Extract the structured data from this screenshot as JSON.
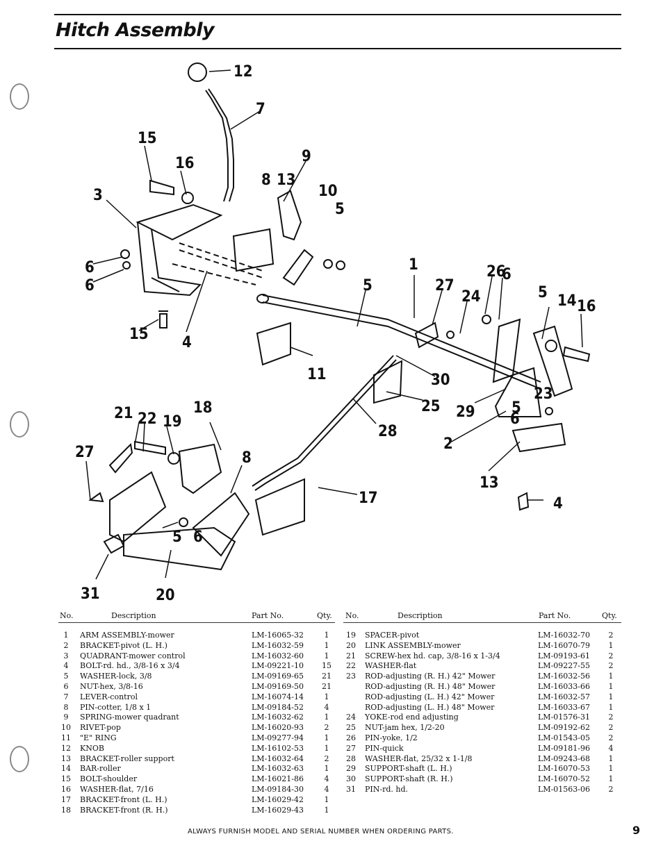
{
  "page": {
    "title": "Hitch Assembly",
    "page_number": "9",
    "footer": "ALWAYS FURNISH MODEL AND SERIAL NUMBER WHEN ORDERING PARTS."
  },
  "diagram": {
    "callouts": [
      "12",
      "7",
      "15",
      "16",
      "9",
      "8",
      "13",
      "10",
      "3",
      "5",
      "6",
      "6",
      "5",
      "1",
      "27",
      "24",
      "26",
      "6",
      "5",
      "14",
      "16",
      "15",
      "4",
      "11",
      "30",
      "25",
      "29",
      "28",
      "23",
      "21",
      "22",
      "19",
      "18",
      "27",
      "8",
      "6",
      "5",
      "2",
      "13",
      "17",
      "5",
      "6",
      "4",
      "31",
      "20"
    ]
  },
  "table_headers": {
    "no": "No.",
    "description": "Description",
    "part_no": "Part No.",
    "qty": "Qty."
  },
  "parts_left": [
    {
      "no": "1",
      "desc": "ARM ASSEMBLY-mower",
      "part": "LM-16065-32",
      "qty": "1"
    },
    {
      "no": "2",
      "desc": "BRACKET-pivot (L. H.)",
      "part": "LM-16032-59",
      "qty": "1"
    },
    {
      "no": "3",
      "desc": "QUADRANT-mower control",
      "part": "LM-16032-60",
      "qty": "1"
    },
    {
      "no": "4",
      "desc": "BOLT-rd. hd., 3/8-16 x 3/4",
      "part": "LM-09221-10",
      "qty": "15"
    },
    {
      "no": "5",
      "desc": "WASHER-lock, 3/8",
      "part": "LM-09169-65",
      "qty": "21"
    },
    {
      "no": "6",
      "desc": "NUT-hex, 3/8-16",
      "part": "LM-09169-50",
      "qty": "21"
    },
    {
      "no": "7",
      "desc": "LEVER-control",
      "part": "LM-16074-14",
      "qty": "1"
    },
    {
      "no": "8",
      "desc": "PIN-cotter, 1/8 x 1",
      "part": "LM-09184-52",
      "qty": "4"
    },
    {
      "no": "9",
      "desc": "SPRING-mower quadrant",
      "part": "LM-16032-62",
      "qty": "1"
    },
    {
      "no": "10",
      "desc": "RIVET-pop",
      "part": "LM-16020-93",
      "qty": "2"
    },
    {
      "no": "11",
      "desc": "\"E\" RING",
      "part": "LM-09277-94",
      "qty": "1"
    },
    {
      "no": "12",
      "desc": "KNOB",
      "part": "LM-16102-53",
      "qty": "1"
    },
    {
      "no": "13",
      "desc": "BRACKET-roller support",
      "part": "LM-16032-64",
      "qty": "2"
    },
    {
      "no": "14",
      "desc": "BAR-roller",
      "part": "LM-16032-63",
      "qty": "1"
    },
    {
      "no": "15",
      "desc": "BOLT-shoulder",
      "part": "LM-16021-86",
      "qty": "4"
    },
    {
      "no": "16",
      "desc": "WASHER-flat, 7/16",
      "part": "LM-09184-30",
      "qty": "4"
    },
    {
      "no": "17",
      "desc": "BRACKET-front (L. H.)",
      "part": "LM-16029-42",
      "qty": "1"
    },
    {
      "no": "18",
      "desc": "BRACKET-front (R. H.)",
      "part": "LM-16029-43",
      "qty": "1"
    }
  ],
  "parts_right": [
    {
      "no": "19",
      "desc": "SPACER-pivot",
      "part": "LM-16032-70",
      "qty": "2"
    },
    {
      "no": "20",
      "desc": "LINK ASSEMBLY-mower",
      "part": "LM-16070-79",
      "qty": "1"
    },
    {
      "no": "21",
      "desc": "SCREW-hex hd. cap, 3/8-16 x 1-3/4",
      "part": "LM-09193-61",
      "qty": "2"
    },
    {
      "no": "22",
      "desc": "WASHER-flat",
      "part": "LM-09227-55",
      "qty": "2"
    },
    {
      "no": "23",
      "desc": "ROD-adjusting (R. H.) 42\" Mower",
      "part": "LM-16032-56",
      "qty": "1"
    },
    {
      "no": "",
      "desc": "ROD-adjusting (R. H.) 48\" Mower",
      "part": "LM-16033-66",
      "qty": "1"
    },
    {
      "no": "",
      "desc": "ROD-adjusting (L. H.) 42\" Mower",
      "part": "LM-16032-57",
      "qty": "1"
    },
    {
      "no": "",
      "desc": "ROD-adjusting (L. H.) 48\" Mower",
      "part": "LM-16033-67",
      "qty": "1"
    },
    {
      "no": "24",
      "desc": "YOKE-rod end adjusting",
      "part": "LM-01576-31",
      "qty": "2"
    },
    {
      "no": "25",
      "desc": "NUT-jam hex, 1/2-20",
      "part": "LM-09192-62",
      "qty": "2"
    },
    {
      "no": "26",
      "desc": "PIN-yoke, 1/2",
      "part": "LM-01543-05",
      "qty": "2"
    },
    {
      "no": "27",
      "desc": "PIN-quick",
      "part": "LM-09181-96",
      "qty": "4"
    },
    {
      "no": "28",
      "desc": "WASHER-flat, 25/32 x 1-1/8",
      "part": "LM-09243-68",
      "qty": "1"
    },
    {
      "no": "29",
      "desc": "SUPPORT-shaft (L. H.)",
      "part": "LM-16070-53",
      "qty": "1"
    },
    {
      "no": "30",
      "desc": "SUPPORT-shaft (R. H.)",
      "part": "LM-16070-52",
      "qty": "1"
    },
    {
      "no": "31",
      "desc": "PIN-rd. hd.",
      "part": "LM-01563-06",
      "qty": "2"
    }
  ]
}
